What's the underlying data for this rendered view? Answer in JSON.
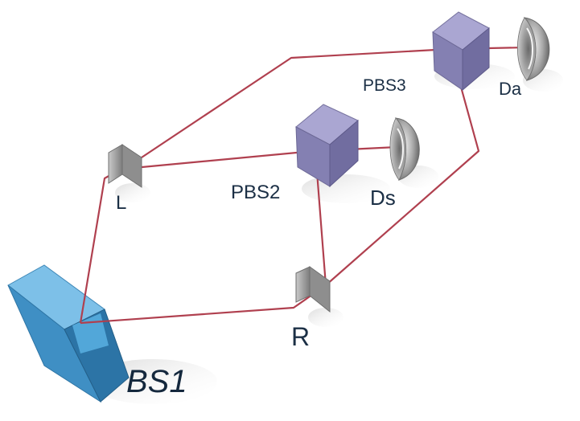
{
  "labels": {
    "bs1": "BS1",
    "pbs2": "PBS2",
    "pbs3": "PBS3",
    "ds": "Ds",
    "da": "Da",
    "mirror_l": "L",
    "mirror_r": "R"
  },
  "colors": {
    "beam": "#b0404f",
    "pbs_cube": "#8a86b4",
    "bs_cube": "#4f9fd2",
    "mirror": "#a9a9a9",
    "detector": "#9c9c9c",
    "label_text": "#1b2f45"
  }
}
